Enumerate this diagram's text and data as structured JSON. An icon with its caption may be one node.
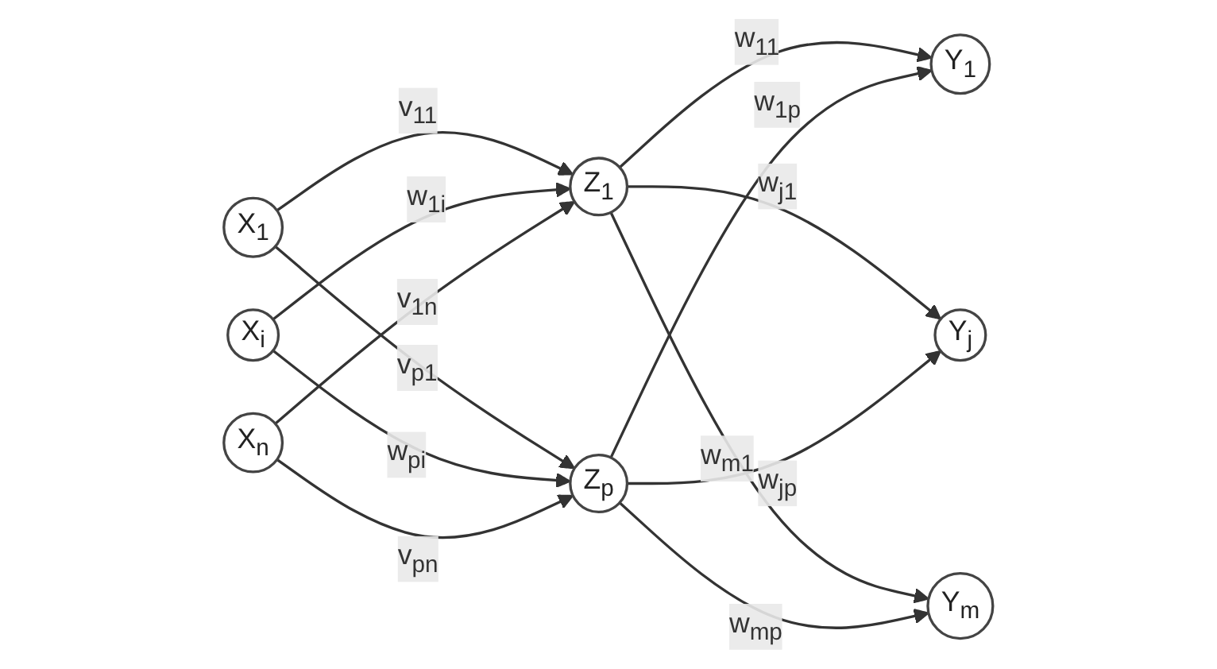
{
  "diagram": {
    "nodes": [
      {
        "text": [
          "X$_{1}$"
        ]
      },
      {
        "text": [
          "X$_{i}$"
        ]
      },
      {
        "text": [
          "X$_{n}$"
        ]
      },
      {
        "text": [
          "Z$_{1}$"
        ]
      },
      {
        "text": [
          "Z$_{p}$"
        ]
      },
      {
        "text": [
          "Y$_{1}$"
        ]
      },
      {
        "text": [
          "Y$_{j}$"
        ]
      },
      {
        "text": [
          "Y$_{m}$"
        ]
      }
    ],
    "edges": [
      {
        "from": 0,
        "to": 3,
        "arrow": "to",
        "label": "v$_{11}$"
      },
      {
        "from": 0,
        "to": 4,
        "arrow": "to",
        "label": "v$_{p1}$"
      },
      {
        "from": 1,
        "to": 3,
        "arrow": "to",
        "label": "w$_{1i}$"
      },
      {
        "from": 1,
        "to": 4,
        "arrow": "to",
        "label": "w$_{pi}$"
      },
      {
        "from": 2,
        "to": 3,
        "arrow": "to",
        "label": "v$_{1n}$"
      },
      {
        "from": 2,
        "to": 4,
        "arrow": "to",
        "label": "v$_{pn}$"
      },
      {
        "from": 3,
        "to": 5,
        "arrow": "to",
        "label": "w$_{11}$"
      },
      {
        "from": 3,
        "to": 6,
        "arrow": "to",
        "label": "w$_{j1}$"
      },
      {
        "from": 3,
        "to": 7,
        "arrow": "to",
        "label": "w$_{m1}$"
      },
      {
        "from": 4,
        "to": 5,
        "arrow": "to",
        "label": "w$_{1p}$"
      },
      {
        "from": 4,
        "to": 6,
        "arrow": "to",
        "label": "w$_{jp}$"
      },
      {
        "from": 4,
        "to": 7,
        "arrow": "to",
        "label": "w$_{mp}$"
      }
    ]
  }
}
